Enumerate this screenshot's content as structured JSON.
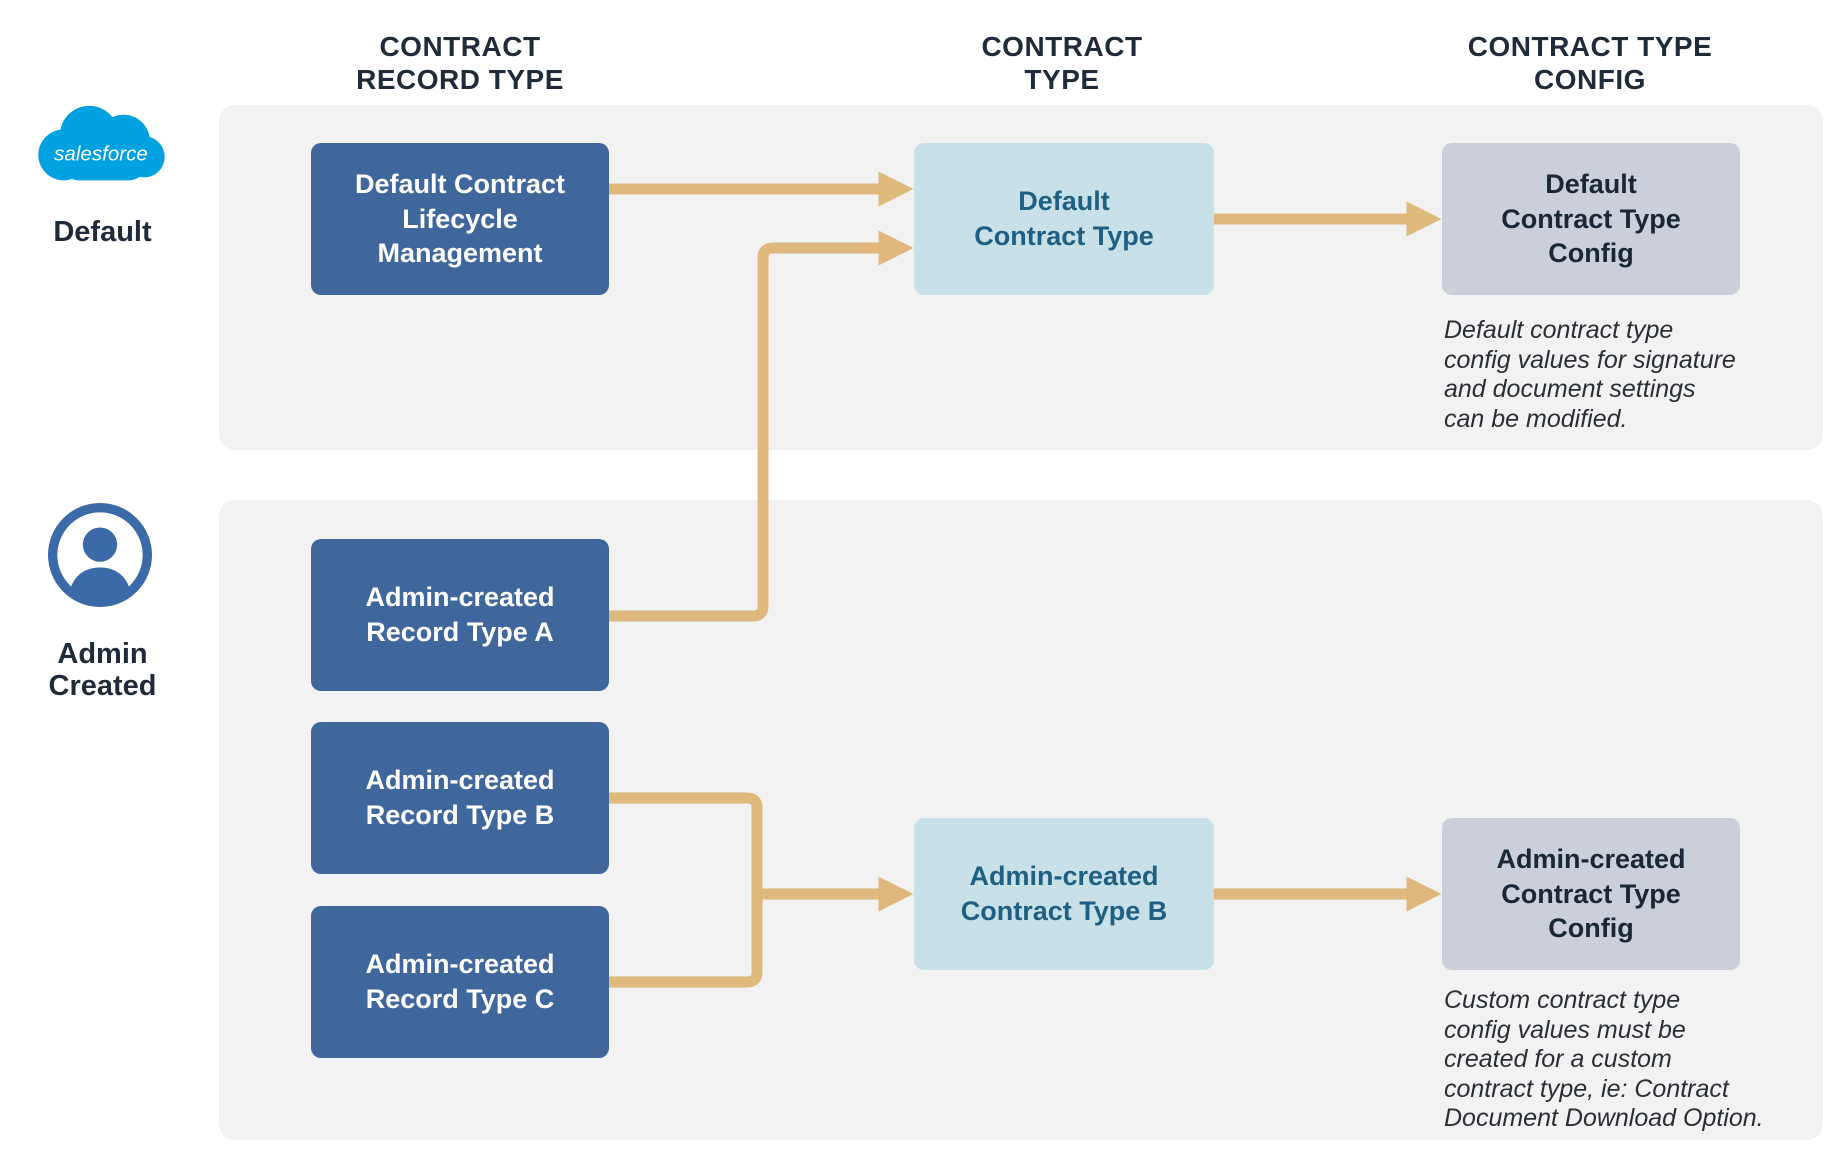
{
  "columns": {
    "record_type": "CONTRACT\nRECORD TYPE",
    "contract_type": "CONTRACT\nTYPE",
    "contract_type_config": "CONTRACT TYPE\nCONFIG"
  },
  "legend": {
    "salesforce_logo_text": "salesforce",
    "default_label": "Default",
    "admin_label": "Admin\nCreated"
  },
  "default_group": {
    "record_type_box": "Default Contract\nLifecycle\nManagement",
    "contract_type_box": "Default\nContract Type",
    "config_box": "Default\nContract Type\nConfig",
    "config_note": "Default contract type\nconfig values for signature\nand document settings\ncan be modified."
  },
  "admin_group": {
    "record_type_a": "Admin-created\nRecord Type A",
    "record_type_b": "Admin-created\nRecord Type B",
    "record_type_c": "Admin-created\nRecord Type C",
    "contract_type_box": "Admin-created\nContract Type B",
    "config_box": "Admin-created\nContract Type\nConfig",
    "config_note": "Custom contract type\nconfig values must be\ncreated for a custom\ncontract type, ie: Contract\nDocument Download Option."
  },
  "connections": [
    {
      "from": "default-contract-lifecycle-management",
      "to": "default-contract-type"
    },
    {
      "from": "admin-created-record-type-a",
      "to": "default-contract-type"
    },
    {
      "from": "default-contract-type",
      "to": "default-contract-type-config"
    },
    {
      "from": "admin-created-record-type-b",
      "to": "admin-created-contract-type-b"
    },
    {
      "from": "admin-created-record-type-c",
      "to": "admin-created-contract-type-b"
    },
    {
      "from": "admin-created-contract-type-b",
      "to": "admin-created-contract-type-config"
    }
  ],
  "colors": {
    "dark_blue_box": "#40679C",
    "light_blue_box": "#C8E1E9",
    "light_blue_text": "#1E5F83",
    "gray_box": "#CACFD8",
    "gray_box_text": "#1A2734",
    "group_background": "#F2F2F3",
    "arrow": "#DFB87B",
    "header_text": "#1F2B3A",
    "salesforce_blue": "#00A1E0",
    "avatar_blue": "#3A6BA8"
  }
}
